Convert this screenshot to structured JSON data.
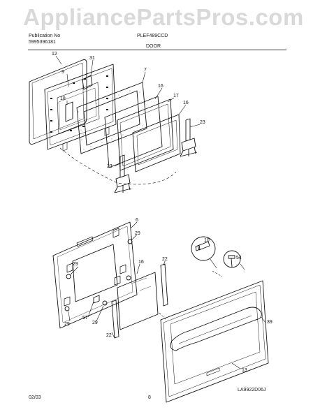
{
  "watermark": "AppliancePartsPros.com",
  "header": {
    "line1_left": "Publication No",
    "line1_mid": "PLEF489CCD",
    "line2_left": "5995396181",
    "section": "DOOR"
  },
  "footer": {
    "date": "02/03",
    "page": "8",
    "code": "LA9922D06J"
  },
  "callouts": {
    "c12": "12",
    "c31": "31",
    "c9": "9",
    "c7": "7",
    "c18": "18",
    "c16a": "16",
    "c17": "17",
    "c16b": "16",
    "c23a": "23",
    "c23b": "23",
    "c6": "6",
    "c29a": "29",
    "c29b": "29",
    "c16c": "16",
    "c22a": "22",
    "c57": "57",
    "c29c": "29",
    "c29d": "29",
    "c22b": "22",
    "c10": "10",
    "c54": "54",
    "c39": "39",
    "c13": "13"
  }
}
